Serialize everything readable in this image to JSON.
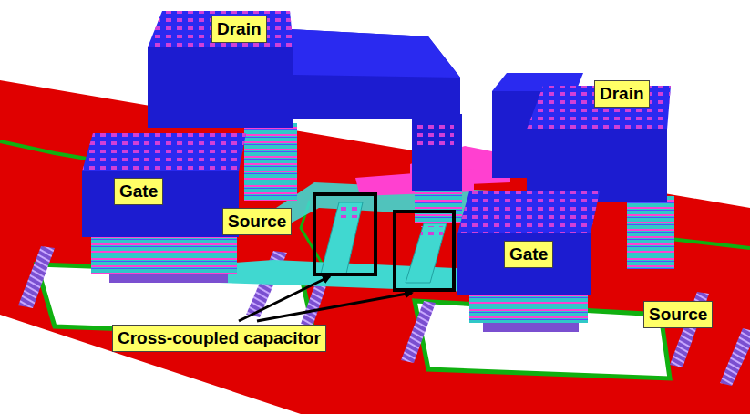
{
  "diagram": {
    "labels": [
      "Drain",
      "Drain",
      "Gate",
      "Source",
      "Gate",
      "Source",
      "Cross-coupled capacitor"
    ]
  }
}
